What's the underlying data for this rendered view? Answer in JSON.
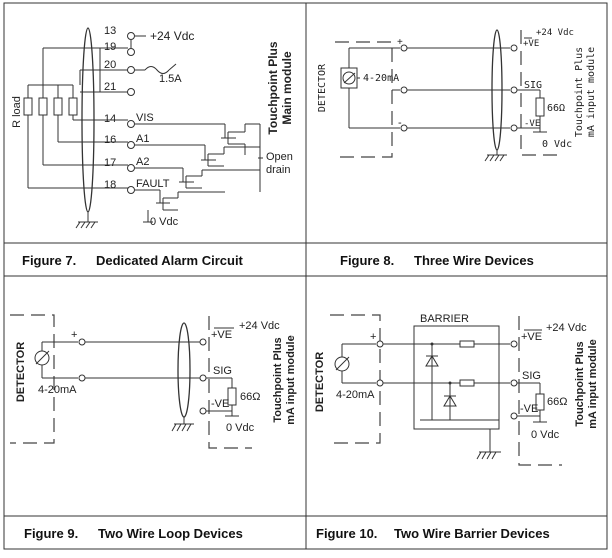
{
  "panels": [
    {
      "figure_label": "Figure 7.",
      "caption": "Dedicated Alarm Circuit",
      "module_title_1": "Touchpoint Plus",
      "module_title_2": "Main module",
      "terminals": [
        "13",
        "19",
        "20",
        "21",
        "14",
        "16",
        "17",
        "18"
      ],
      "supply": "+24 Vdc",
      "fuse": "1.5A",
      "outputs": [
        "VIS",
        "A1",
        "A2",
        "FAULT"
      ],
      "load_label": "R load",
      "open_drain": [
        "Open",
        "drain"
      ],
      "ground": "0 Vdc"
    },
    {
      "figure_label": "Figure 8.",
      "caption": "Three Wire Devices",
      "module_title_1": "Touchpoint Plus",
      "module_title_2": "mA input module",
      "detector": "DETECTOR",
      "current": "4-20mA",
      "plus": "+",
      "minus": "-",
      "pve": "+VE",
      "sig": "SIG",
      "nve": "-VE",
      "supply": "+24 Vdc",
      "resistor": "66Ω",
      "ground": "0 Vdc"
    },
    {
      "figure_label": "Figure 9.",
      "caption": "Two Wire Loop Devices",
      "module_title_1": "Touchpoint Plus",
      "module_title_2": "mA input module",
      "detector": "DETECTOR",
      "current": "4-20mA",
      "plus": "+",
      "pve": "+VE",
      "sig": "SIG",
      "nve": "-VE",
      "supply": "+24 Vdc",
      "resistor": "66Ω",
      "ground": "0 Vdc"
    },
    {
      "figure_label": "Figure 10.",
      "caption": "Two Wire Barrier Devices",
      "module_title_1": "Touchpoint Plus",
      "module_title_2": "mA input module",
      "detector": "DETECTOR",
      "current": "4-20mA",
      "plus": "+",
      "barrier": "BARRIER",
      "pve": "+VE",
      "sig": "SIG",
      "nve": "-VE",
      "supply": "+24 Vdc",
      "resistor": "66Ω",
      "ground": "0 Vdc"
    }
  ]
}
